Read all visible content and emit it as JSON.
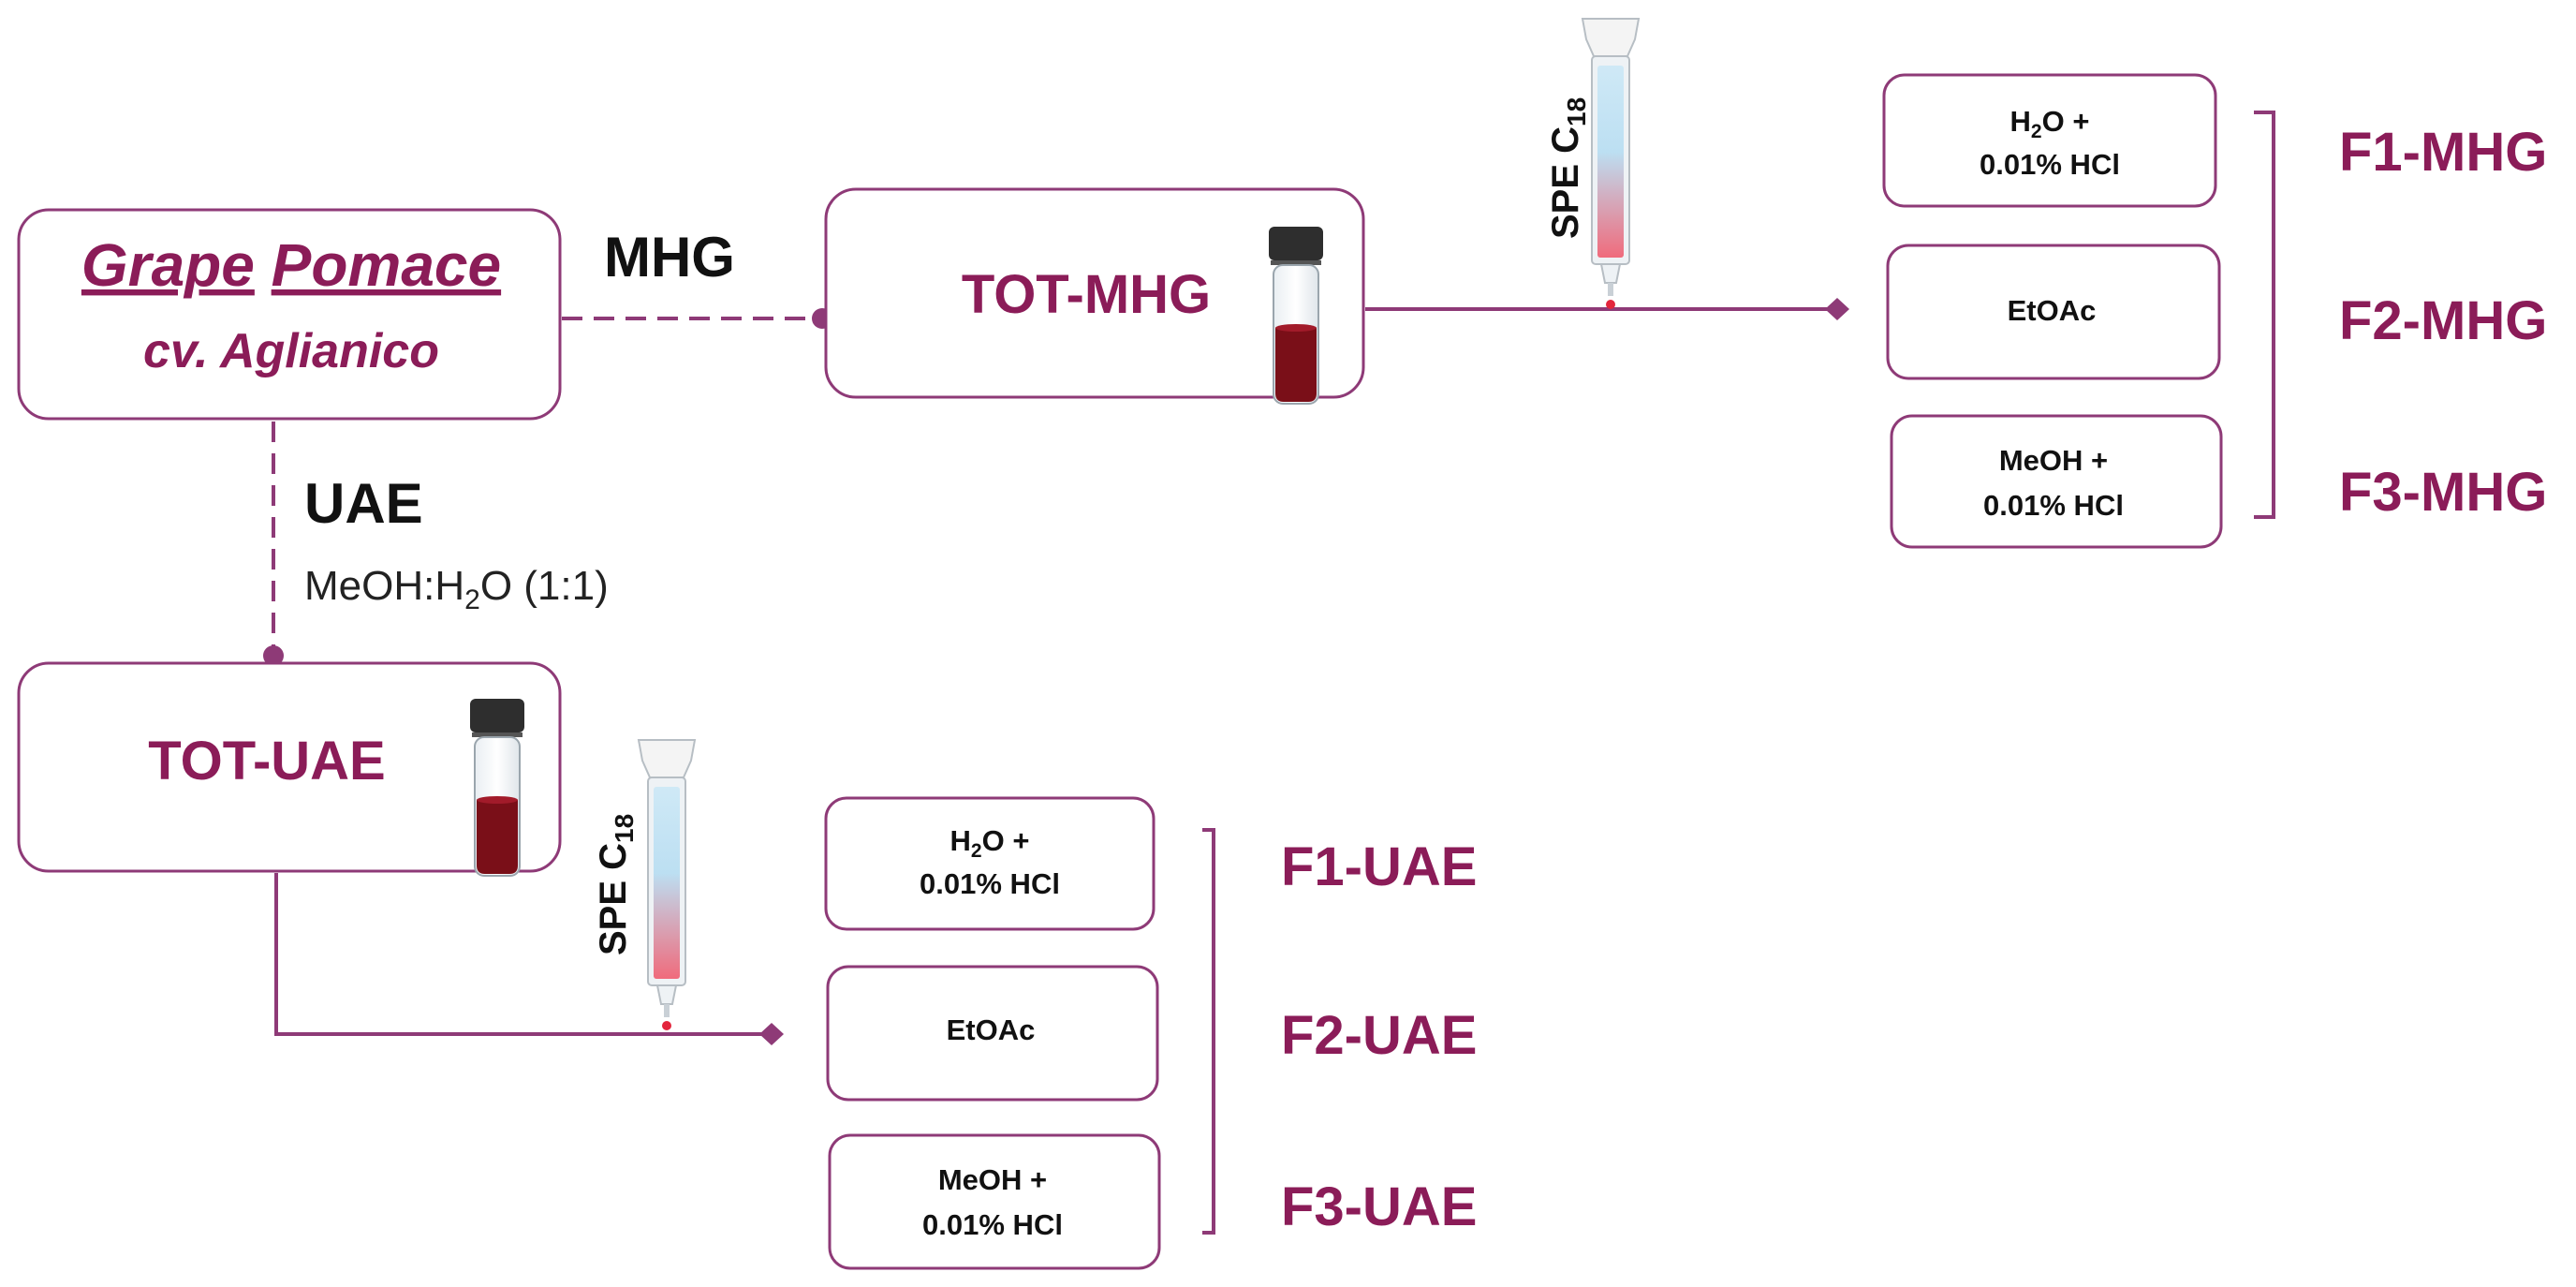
{
  "source": {
    "title_word1": "Grape",
    "title_word2": "Pomace",
    "cultivar": "cv. Aglianico"
  },
  "methods": {
    "mhg_label": "MHG",
    "uae_label": "UAE",
    "uae_solvent_prefix": "MeOH:H",
    "uae_solvent_sub": "2",
    "uae_solvent_suffix": "O (1:1)"
  },
  "extracts": {
    "tot_mhg": "TOT-MHG",
    "tot_uae": "TOT-UAE"
  },
  "spe": {
    "label_prefix": "SPE C",
    "label_sub": "18"
  },
  "mhg_fractions": [
    {
      "solvent_line1_prefix": "H",
      "solvent_line1_sub": "2",
      "solvent_line1_suffix": "O +",
      "solvent_line2": "0.01% HCl",
      "fraction": "F1-MHG"
    },
    {
      "solvent_line1_prefix": "EtOAc",
      "solvent_line1_sub": "",
      "solvent_line1_suffix": "",
      "solvent_line2": "",
      "fraction": "F2-MHG"
    },
    {
      "solvent_line1_prefix": "MeOH +",
      "solvent_line1_sub": "",
      "solvent_line1_suffix": "",
      "solvent_line2": "0.01% HCl",
      "fraction": "F3-MHG"
    }
  ],
  "uae_fractions": [
    {
      "solvent_line1_prefix": "H",
      "solvent_line1_sub": "2",
      "solvent_line1_suffix": "O +",
      "solvent_line2": "0.01% HCl",
      "fraction": "F1-UAE"
    },
    {
      "solvent_line1_prefix": "EtOAc",
      "solvent_line1_sub": "",
      "solvent_line1_suffix": "",
      "solvent_line2": "",
      "fraction": "F2-UAE"
    },
    {
      "solvent_line1_prefix": "MeOH +",
      "solvent_line1_sub": "",
      "solvent_line1_suffix": "",
      "solvent_line2": "0.01% HCl",
      "fraction": "F3-UAE"
    }
  ],
  "colors": {
    "accent": "#8b1c58",
    "line": "#8e3a77",
    "liquid": "#7a0f18",
    "cap": "#2e2e2e"
  },
  "icons": [
    "vial-icon",
    "spe-cartridge-icon"
  ]
}
